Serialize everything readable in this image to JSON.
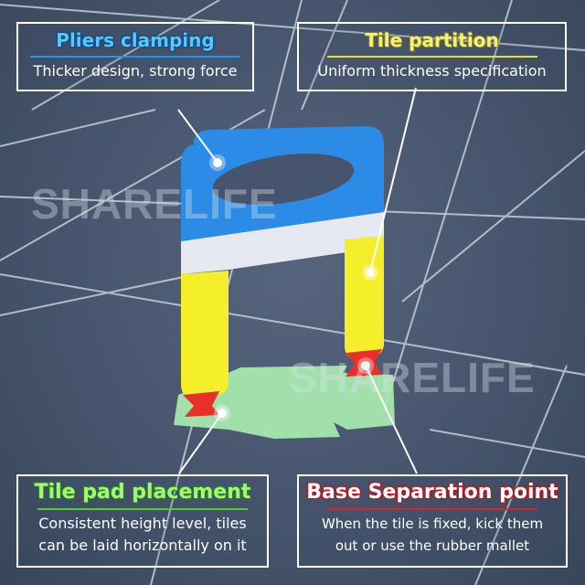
{
  "watermarks": [
    "SHARELIFE",
    "SHARELIFE"
  ],
  "callouts": {
    "top_left": {
      "title": "Pliers clamping",
      "description": "Thicker design, strong force",
      "accent": "#1e9be0"
    },
    "top_right": {
      "title": "Tile partition",
      "description": "Uniform thickness specification",
      "accent": "#e8e21a"
    },
    "bottom_left": {
      "title": "Tile pad placement",
      "description_line1": "Consistent height level, tiles",
      "description_line2": "can be laid horizontally on it",
      "accent": "#52d02a"
    },
    "bottom_right": {
      "title": "Base Separation point",
      "description_line1": "When the tile is fixed, kick them",
      "description_line2": "out or use the rubber mallet",
      "accent": "#d8262c"
    }
  },
  "product": {
    "name": "tile-leveling-clip",
    "colors": {
      "top": "#2b8be6",
      "partition": "#e8e8f2",
      "legs": "#f5ee2a",
      "break_point": "#e8302a",
      "base": "#a8ecb0"
    }
  }
}
